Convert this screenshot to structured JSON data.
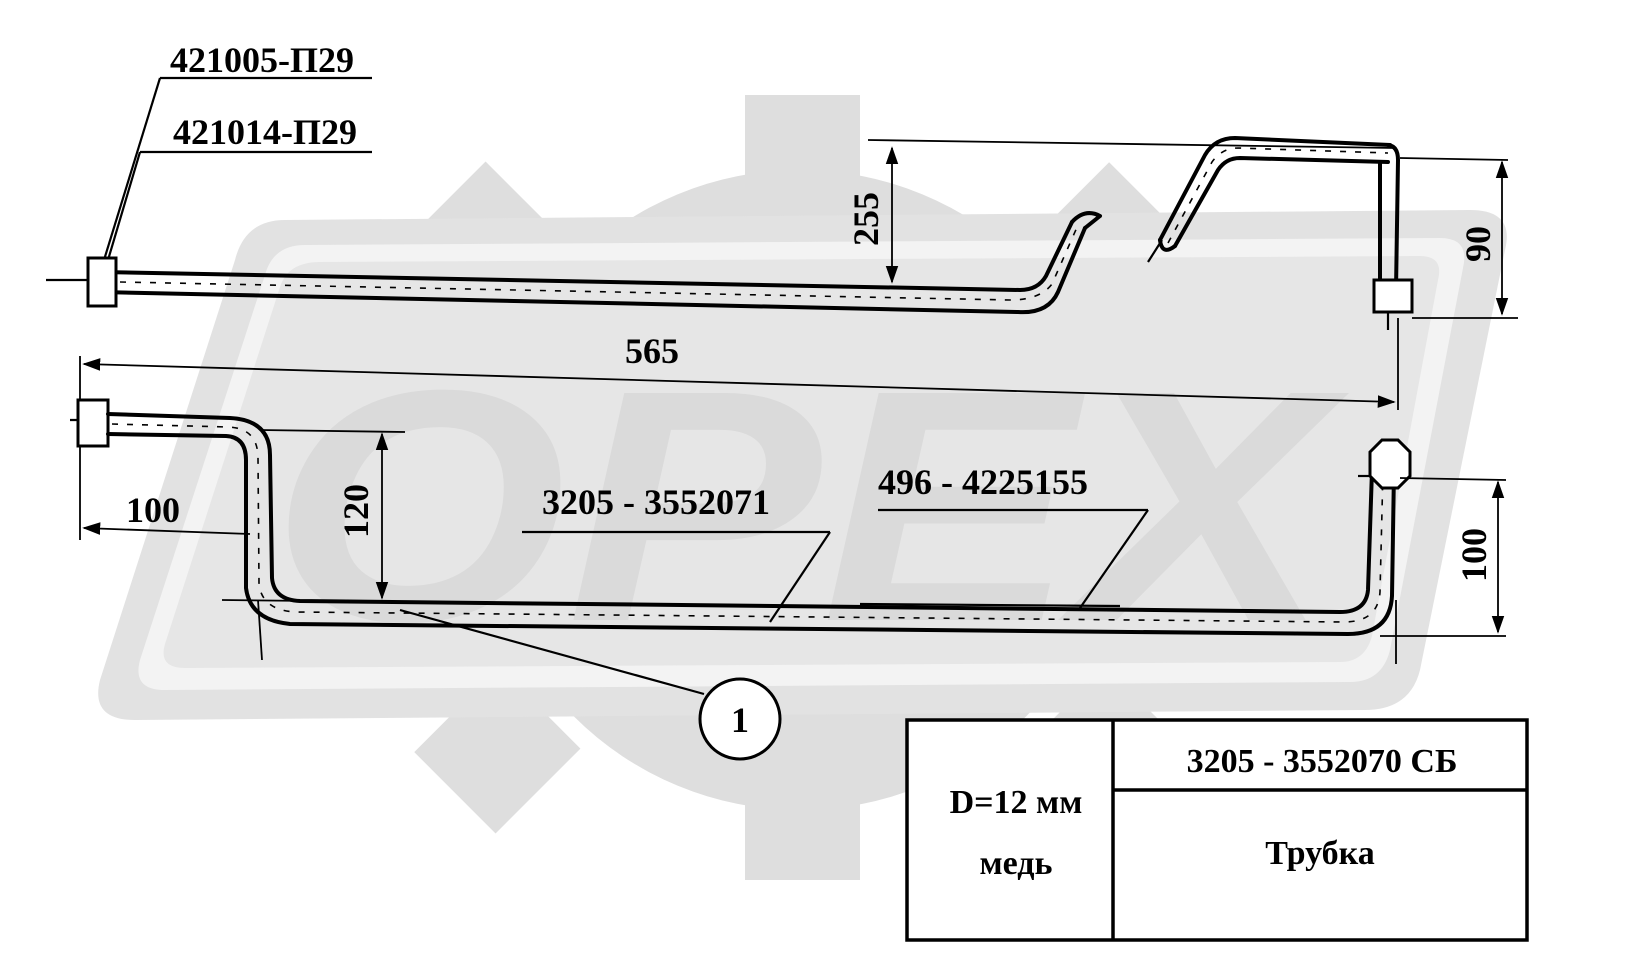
{
  "watermark": {
    "text": "OPEX",
    "color": "#dadada"
  },
  "parts": {
    "fitting_nut": "421005-П29",
    "fitting_nipple": "421014-П29",
    "tube_part": "3205 - 3552071",
    "hose_part": "496 - 4225155"
  },
  "dimensions": {
    "upper_height": "255",
    "upper_right_drop": "90",
    "overall_length": "565",
    "lower_left_offset": "100",
    "lower_left_height": "120",
    "lower_right_drop": "100"
  },
  "callout": {
    "number": "1"
  },
  "title_block": {
    "material_size": "D=12 мм",
    "material": "медь",
    "assembly_number": "3205 - 3552070 СБ",
    "name": "Трубка"
  }
}
